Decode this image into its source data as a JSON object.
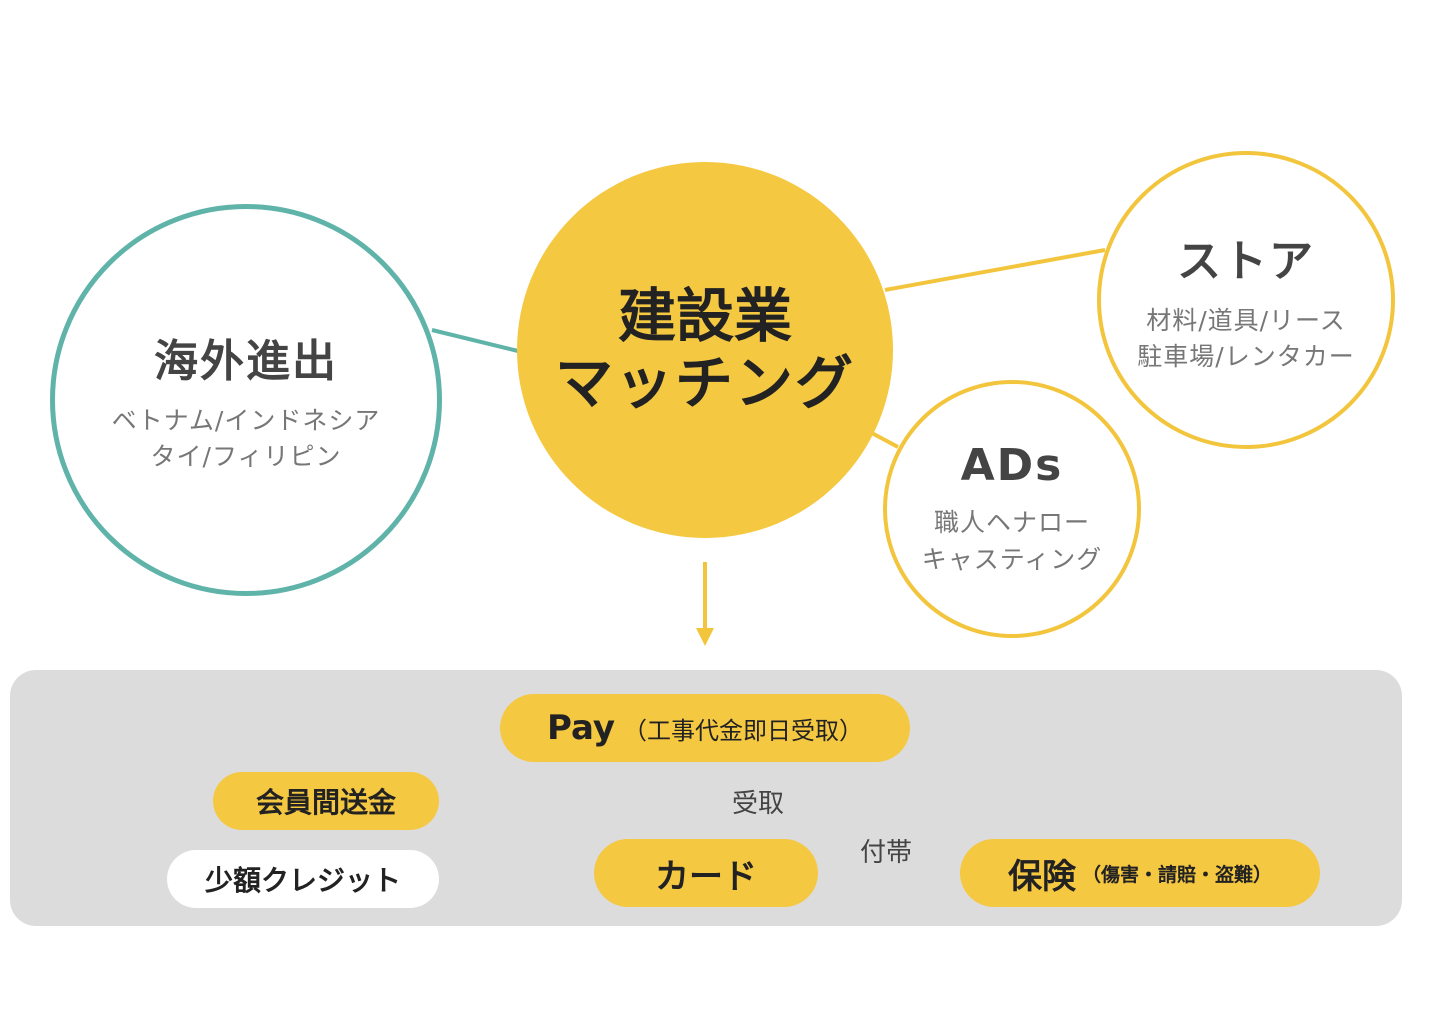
{
  "hub": {
    "line1": "建設業",
    "line2": "マッチング"
  },
  "overseas": {
    "title": "海外進出",
    "sub1": "ベトナム/インドネシア",
    "sub2": "タイ/フィリピン"
  },
  "store": {
    "title": "ストア",
    "sub1": "材料/道具/リース",
    "sub2": "駐車場/レンタカー"
  },
  "ads": {
    "title": "ADs",
    "sub1": "職人ヘナロー",
    "sub2": "キャスティング"
  },
  "pay": {
    "label": "Pay",
    "note": "（工事代金即日受取）"
  },
  "member_transfer": "会員間送金",
  "small_credit": "少額クレジット",
  "card": "カード",
  "insurance": {
    "label": "保険",
    "note": "（傷害・請賠・盗難）"
  },
  "receive_label": "受取",
  "attach_label": "付帯",
  "colors": {
    "yellow": "#f5c842",
    "teal": "#5fb3a9",
    "panel": "#dcdcdc",
    "line": "#555555"
  }
}
